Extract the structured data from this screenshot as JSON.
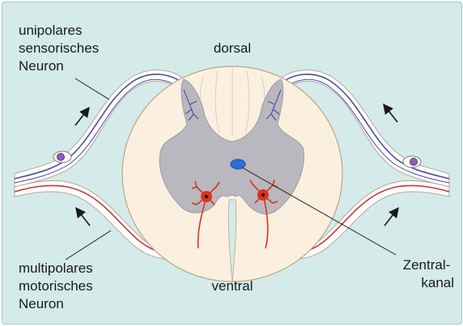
{
  "labels": {
    "sensory_neuron": [
      "unipolares",
      "sensorisches",
      "Neuron"
    ],
    "dorsal": "dorsal",
    "ventral": "ventral",
    "motor_neuron": [
      "multipolares",
      "motorisches",
      "Neuron"
    ],
    "central_canal": [
      "Zentral-",
      "kanal"
    ]
  },
  "colors": {
    "background": "#d4ebe9",
    "white_matter": "#fbf0df",
    "grey_matter": "#b8b8be",
    "sensory_fiber": "#4a4aa6",
    "motor_fiber": "#c8343a",
    "central_canal": "#2f6ed8",
    "motor_soma": "#d9341e"
  },
  "icons": [
    "arrow-icon",
    "sensory-soma-icon",
    "motor-neuron-icon",
    "central-canal-icon"
  ]
}
